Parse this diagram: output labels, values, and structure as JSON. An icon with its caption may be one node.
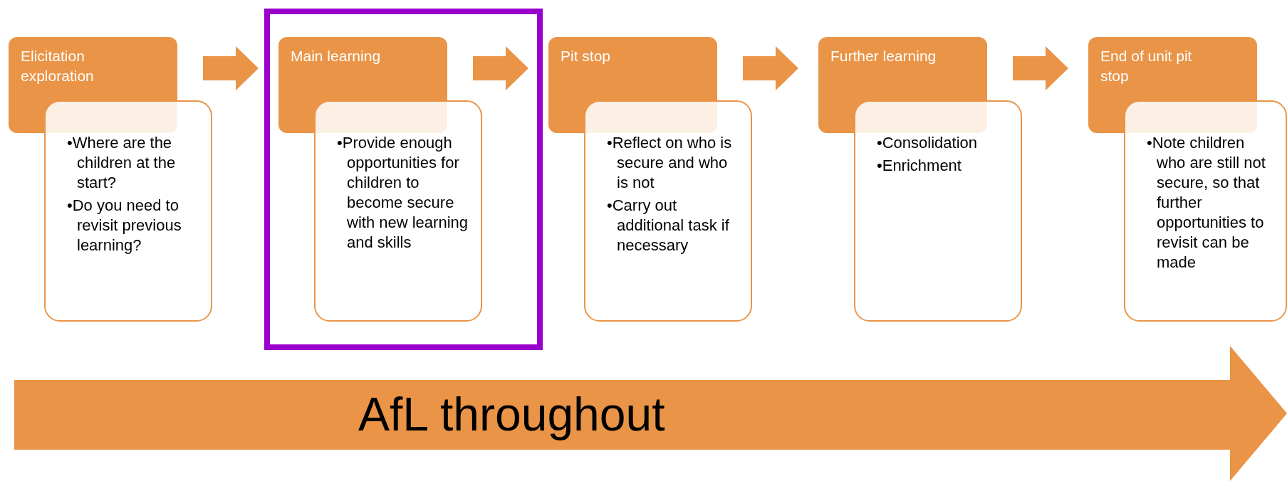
{
  "diagram": {
    "nodes": [
      {
        "text": [
          "Elicitation exploration"
        ]
      },
      {
        "text": [
          "•Where are the children at the start?",
          "•Do you need to revisit previous learning?"
        ]
      },
      {
        "text": [],
        "shape": "box"
      },
      {
        "text": [
          "Main learning"
        ],
        "in": 2
      },
      {
        "text": [
          "•Provide enough opportunities for children to become secure with new learning and skills"
        ],
        "in": 2
      },
      {
        "text": [
          "Pit stop"
        ]
      },
      {
        "text": [
          "•Reflect on who is secure and who is not",
          "•Carry out additional task if necessary"
        ]
      },
      {
        "text": [
          "Further learning"
        ]
      },
      {
        "text": [
          "•Consolidation",
          "•Enrichment"
        ]
      },
      {
        "text": [
          "End of unit pit stop"
        ]
      },
      {
        "text": [
          "•Note children who are still not secure, so that further opportunities to revisit can be made"
        ]
      },
      {
        "text": [
          "AfL throughout"
        ]
      }
    ],
    "edges": [
      {
        "from": 0,
        "to": 3,
        "arrow": "to"
      },
      {
        "from": 3,
        "to": 5,
        "arrow": "to"
      },
      {
        "from": 5,
        "to": 7,
        "arrow": "to"
      },
      {
        "from": 7,
        "to": 9,
        "arrow": "to"
      }
    ]
  }
}
